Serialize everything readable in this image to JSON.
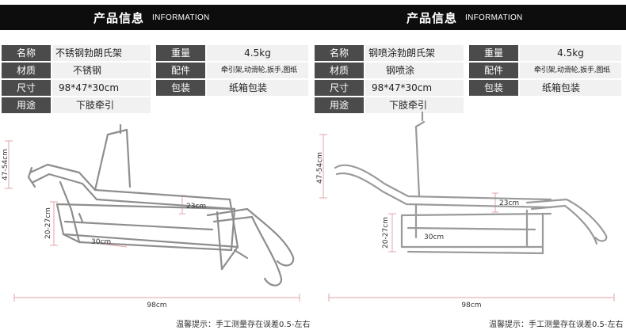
{
  "header": {
    "title": "产品信息",
    "subtitle": "INFORMATION"
  },
  "left": {
    "specs": {
      "name_label": "名称",
      "name_value": "不锈钢勃朗氏架",
      "weight_label": "重量",
      "weight_value": "4.5kg",
      "material_label": "材质",
      "material_value": "不锈钢",
      "accessories_label": "配件",
      "accessories_value": "牵引架,动滑轮,扳手,图纸",
      "size_label": "尺寸",
      "size_value": "98*47*30cm",
      "packing_label": "包装",
      "packing_value": "纸箱包装",
      "usage_label": "用途",
      "usage_value": "下肢牵引"
    },
    "dims": {
      "height_total": "47-54cm",
      "height_base": "20-27cm",
      "inner_height": "23cm",
      "width": "30cm",
      "length": "98cm"
    },
    "note": "温馨提示：手工测量存在误差0.5-左右"
  },
  "right": {
    "specs": {
      "name_label": "名称",
      "name_value": "钢喷涂勃朗氏架",
      "weight_label": "重量",
      "weight_value": "4.5kg",
      "material_label": "材质",
      "material_value": "钢喷涂",
      "accessories_label": "配件",
      "accessories_value": "牵引架,动滑轮,扳手,图纸",
      "size_label": "尺寸",
      "size_value": "98*47*30cm",
      "packing_label": "包装",
      "packing_value": "纸箱包装",
      "usage_label": "用途",
      "usage_value": "下肢牵引"
    },
    "dims": {
      "height_total": "47-54cm",
      "height_base": "20-27cm",
      "inner_height": "23cm",
      "width": "30cm",
      "length": "98cm"
    },
    "note": "温馨提示：手工测量存在误差0.5-左右"
  },
  "colors": {
    "header_bg": "#0d0d0d",
    "label_bg": "#4b4b4b",
    "value_bg": "#f1f1f1",
    "dimension_line": "#e3a3a8",
    "frame_stroke": "#8e8e8e"
  }
}
